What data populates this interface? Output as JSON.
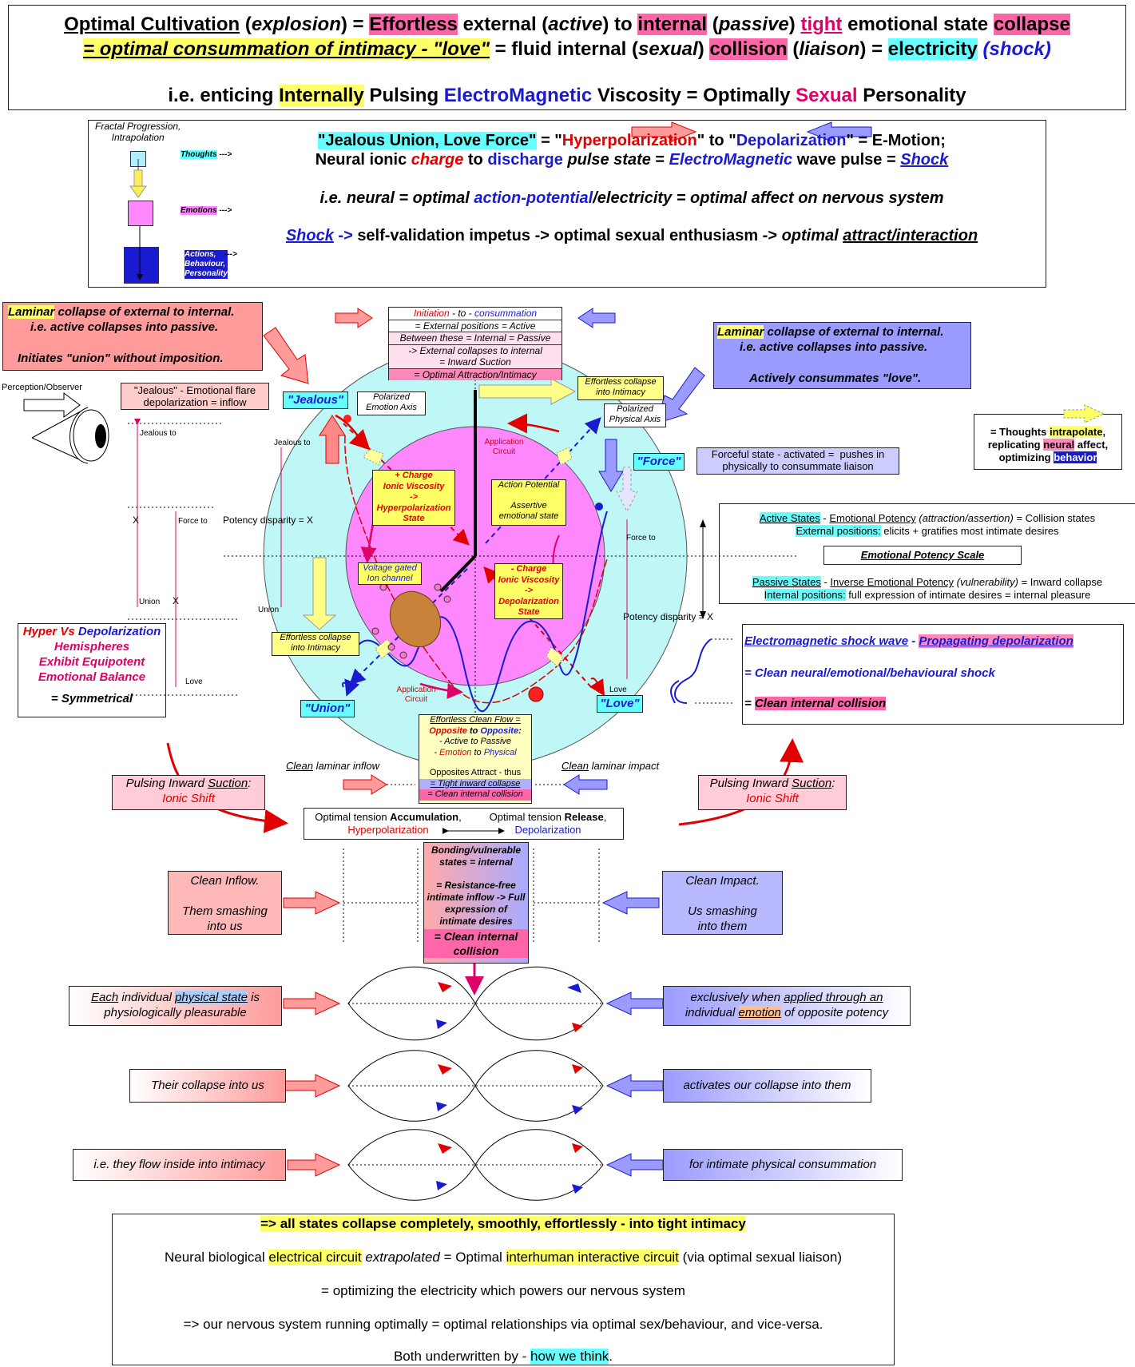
{
  "header": {
    "l1": [
      {
        "t": "Optimal Cultivation",
        "c": "u"
      },
      {
        "t": " ("
      },
      {
        "t": "explosion",
        "c": "i"
      },
      {
        "t": ") = "
      },
      {
        "t": "Effortless",
        "c": "pk"
      },
      {
        "t": " external ("
      },
      {
        "t": "active",
        "c": "i"
      },
      {
        "t": ") to "
      },
      {
        "t": "internal",
        "c": "pk"
      },
      {
        "t": " ("
      },
      {
        "t": "passive",
        "c": "i"
      },
      {
        "t": ") "
      },
      {
        "t": "tight",
        "c": "u mag"
      },
      {
        "t": " emotional state "
      },
      {
        "t": "collapse",
        "c": "pk"
      }
    ],
    "l2": [
      {
        "t": "= optimal consummation of intimacy - \"love\"",
        "c": "y u i"
      },
      {
        "t": " = fluid internal ("
      },
      {
        "t": "sexual",
        "c": "i"
      },
      {
        "t": ") "
      },
      {
        "t": "collision",
        "c": "pk"
      },
      {
        "t": " ("
      },
      {
        "t": "liaison",
        "c": "i"
      },
      {
        "t": ") = "
      },
      {
        "t": "electricity",
        "c": "cy"
      },
      {
        "t": " "
      },
      {
        "t": "(shock)",
        "c": "blue i"
      }
    ],
    "l3": [
      {
        "t": "i.e. enticing "
      },
      {
        "t": "Internally",
        "c": "y"
      },
      {
        "t": " Pulsing "
      },
      {
        "t": "ElectroMagnetic",
        "c": "blue"
      },
      {
        "t": " Viscosity = Optimally "
      },
      {
        "t": "Sexual",
        "c": "mag"
      },
      {
        "t": " Personality"
      }
    ]
  },
  "fractal": {
    "title": "Fractal Progression,\nIntrapolation",
    "thoughts": "Thoughts",
    "emotions": "Emotions",
    "actions": "Actions,\nBehaviour,\nPersonality",
    "arrow": "--->"
  },
  "second": {
    "l1": [
      {
        "t": "\"Jealous Union, Love Force\"",
        "c": "cy"
      },
      {
        "t": " = \""
      },
      {
        "t": "Hyperpolarization",
        "c": "red"
      },
      {
        "t": "\" to \""
      },
      {
        "t": "Depolarization",
        "c": "blue"
      },
      {
        "t": "\" = E-Motion;"
      }
    ],
    "l2": [
      {
        "t": "Neural ionic "
      },
      {
        "t": "charge",
        "c": "red i"
      },
      {
        "t": " to "
      },
      {
        "t": "discharge",
        "c": "blue"
      },
      {
        "t": " "
      },
      {
        "t": "pulse state",
        "c": "i"
      },
      {
        "t": " = "
      },
      {
        "t": "ElectroMagnetic",
        "c": "blue i"
      },
      {
        "t": " wave pulse = "
      },
      {
        "t": "Shock",
        "c": "blue i u"
      }
    ],
    "l3": [
      {
        "t": "i.e. neural = optimal ",
        "c": "i"
      },
      {
        "t": "action-potential",
        "c": "blue i"
      },
      {
        "t": "/electricity = optimal affect on nervous system",
        "c": "i"
      }
    ],
    "l4": [
      {
        "t": "Shock",
        "c": "blue i u"
      },
      {
        "t": " -> ",
        "c": "blue"
      },
      {
        "t": "self-validation impetus -> optimal sexual enthusiasm -> "
      },
      {
        "t": "optimal ",
        "c": "i"
      },
      {
        "t": "attract/interaction",
        "c": "i u"
      }
    ]
  },
  "left_top": {
    "l1": [
      {
        "t": "Laminar",
        "c": "y"
      },
      {
        "t": " collapse of external to internal."
      }
    ],
    "l2": "i.e. active collapses into passive.",
    "l3": "Initiates \"union\" without imposition."
  },
  "right_top": {
    "l1": [
      {
        "t": "Laminar",
        "c": "y"
      },
      {
        "t": " collapse of external to internal."
      }
    ],
    "l2": "i.e. active collapses into passive.",
    "l3": "Actively consummates \"love\"."
  },
  "initiation": {
    "rows": [
      [
        {
          "t": "Initiation",
          "c": "red"
        },
        {
          "t": " - to - "
        },
        {
          "t": "consummation",
          "c": "blue"
        }
      ],
      [
        {
          "t": "= External positions = Active"
        }
      ],
      [
        {
          "t": "Between these = Internal = Passive"
        }
      ],
      [
        {
          "t": "-> External collapses to internal"
        }
      ],
      [
        {
          "t": "= Inward Suction"
        }
      ],
      [
        {
          "t": "= Optimal Attraction/Intimacy"
        }
      ]
    ]
  },
  "perception": "Perception/Observer",
  "jealous_flare": "\"Jealous\" - Emotional flare\ndepolarization = inflow",
  "thoughts_box": {
    "l1": [
      {
        "t": "= Thoughts "
      },
      {
        "t": "intrapolate",
        "c": "y"
      },
      {
        "t": ","
      }
    ],
    "l2": [
      {
        "t": "replicating "
      },
      {
        "t": "neural",
        "c": "hl-pink"
      },
      {
        "t": " affect,"
      }
    ],
    "l3": [
      {
        "t": "optimizing "
      },
      {
        "t": "behavior",
        "c": "navybg"
      }
    ]
  },
  "forceful": "Forceful state - activated =  pushes in\nphysically to consummate liaison",
  "scale": {
    "active": [
      {
        "t": "Active States",
        "c": "cy u"
      },
      {
        "t": " - "
      },
      {
        "t": "Emotional Potency",
        "c": "u"
      },
      {
        "t": " "
      },
      {
        "t": "(attraction/assertion)",
        "c": "i"
      },
      {
        "t": " = Collision states"
      }
    ],
    "active2": [
      {
        "t": "External positions:",
        "c": "cy"
      },
      {
        "t": " elicits + gratifies most intimate desires"
      }
    ],
    "title": "Emotional Potency Scale",
    "passive": [
      {
        "t": "Passive States",
        "c": "cy u"
      },
      {
        "t": " - "
      },
      {
        "t": "Inverse Emotional Potency",
        "c": "u"
      },
      {
        "t": " "
      },
      {
        "t": "(vulnerability)",
        "c": "i"
      },
      {
        "t": " = Inward collapse"
      }
    ],
    "passive2": [
      {
        "t": "Internal positions:",
        "c": "cy"
      },
      {
        "t": " full expression of intimate desires = internal pleasure"
      }
    ]
  },
  "hyper": {
    "l1": [
      {
        "t": "Hyper Vs ",
        "c": "red"
      },
      {
        "t": "Depolarization",
        "c": "blue"
      }
    ],
    "l2": "Hemispheres",
    "l3": "Exhibit Equipotent",
    "l4": "Emotional Balance",
    "l5": "= Symmetrical"
  },
  "em_box": {
    "l1": [
      {
        "t": "Electromagnetic shock wave",
        "c": "blue u"
      },
      {
        "t": " - ",
        "c": "blue"
      },
      {
        "t": "Propagating depolarization",
        "c": "u blue hl-pink"
      }
    ],
    "l2": "= Clean neural/emotional/behavioural shock",
    "l3": [
      {
        "t": "= "
      },
      {
        "t": "Clean internal collision",
        "c": "pk"
      }
    ]
  },
  "diagram": {
    "jealous": "\"Jealous\"",
    "force": "\"Force\"",
    "union": "\"Union\"",
    "love": "\"Love\"",
    "polarized_emotion": "Polarized\nEmotion Axis",
    "polarized_physical": "Polarized\nPhysical Axis",
    "effortless_top": "Effortless collapse\ninto Intimacy",
    "effortless_left": "Effortless collapse\ninto Intimacy",
    "application_top": "Application\nCircuit",
    "application_bottom": "Application\nCircuit",
    "action_potential": "Action Potential\n\nAssertive\nemotional state",
    "plus_charge": "+ Charge\nIonic Viscosity\n->\nHyperpolarization\nState",
    "minus_charge": "- Charge\nIonic Viscosity\n->\nDepolarization\nState",
    "voltage": "Voltage gated\nIon channel",
    "jealous_to": "Jealous to",
    "jealous_to2": "Jealous to",
    "force_to": "Force to",
    "force_to2": "Force to",
    "union_l": "Union",
    "union_l2": "Union",
    "love_l": "Love",
    "love_l2": "Love",
    "x": "X",
    "potency_left": "Potency disparity = X",
    "potency_right": "Potency disparity = X"
  },
  "effortless_flow": {
    "l1": [
      {
        "t": "Effortless Clean Flow =",
        "c": "u"
      }
    ],
    "l2": [
      {
        "t": "Opposite",
        "c": "red"
      },
      {
        "t": " to "
      },
      {
        "t": "Opposite",
        "c": "blue"
      },
      {
        "t": ":"
      }
    ],
    "l3": [
      {
        "t": "- Active to Passive"
      }
    ],
    "l4": [
      {
        "t": "- "
      },
      {
        "t": "Emotion",
        "c": "red"
      },
      {
        "t": " to "
      },
      {
        "t": "Physical",
        "c": "blue"
      }
    ],
    "l5": [
      {
        "t": "Opposites Attract - thus"
      }
    ],
    "l6": [
      {
        "t": "= Tight inward collapse",
        "c": "u"
      }
    ],
    "l7": [
      {
        "t": "= Clean internal collision"
      }
    ]
  },
  "clean_laminar_inflow": [
    {
      "t": "Clean",
      "c": "u"
    },
    {
      "t": " laminar inflow"
    }
  ],
  "clean_laminar_impact": [
    {
      "t": "Clean",
      "c": "u"
    },
    {
      "t": " laminar impact"
    }
  ],
  "pulsing_left": {
    "l1": [
      {
        "t": "Pulsing Inward "
      },
      {
        "t": "Suction",
        "c": "u"
      },
      {
        "t": ":"
      }
    ],
    "l2": "Ionic Shift"
  },
  "pulsing_right": {
    "l1": [
      {
        "t": "Pulsing Inward "
      },
      {
        "t": "Suction",
        "c": "u"
      },
      {
        "t": ":"
      }
    ],
    "l2": "Ionic Shift"
  },
  "tension": {
    "acc1": [
      {
        "t": "Optimal tension "
      },
      {
        "t": "Accumulation",
        "c": "b"
      },
      {
        "t": ","
      }
    ],
    "acc2": "Hyperpolarization",
    "rel1": [
      {
        "t": "Optimal tension "
      },
      {
        "t": "Release",
        "c": "b"
      },
      {
        "t": ","
      }
    ],
    "rel2": "Depolarization"
  },
  "bonding": {
    "l1": "Bonding/vulnerable states = internal",
    "l2": "= Resistance-free intimate inflow -> Full expression of intimate desires",
    "l3": "= Clean internal collision"
  },
  "clean_inflow": "Clean Inflow.\n\nThem smashing\ninto us",
  "clean_impact": "Clean Impact.\n\nUs smashing\ninto them",
  "rows": {
    "r1_left": [
      {
        "t": "Each",
        "c": "u"
      },
      {
        "t": " individual "
      },
      {
        "t": "physical state",
        "c": "u hl-lb"
      },
      {
        "t": " is physiologically pleasurable"
      }
    ],
    "r1_right": [
      {
        "t": "exclusively when "
      },
      {
        "t": "applied through an",
        "c": "u"
      },
      {
        "t": " individual "
      },
      {
        "t": "emotion",
        "c": "u hl-peach"
      },
      {
        "t": " of opposite potency"
      }
    ],
    "r2_left": "Their collapse into us",
    "r2_right": "activates our collapse into them",
    "r3_left": "i.e. they flow inside into intimacy",
    "r3_right": "for intimate physical consummation"
  },
  "footer": {
    "l1": [
      {
        "t": "=> all states collapse completely, smoothly, effortlessly - into tight intimacy",
        "c": "y"
      }
    ],
    "l2": [
      {
        "t": "Neural biological "
      },
      {
        "t": "electrical circuit",
        "c": "y"
      },
      {
        "t": " "
      },
      {
        "t": "extrapolated",
        "c": "i"
      },
      {
        "t": " = Optimal "
      },
      {
        "t": "interhuman interactive circuit",
        "c": "y"
      },
      {
        "t": " (via optimal sexual liaison)"
      }
    ],
    "l3": [
      {
        "t": "= optimizing the electricity which powers our nervous system"
      }
    ],
    "l4": [
      {
        "t": "=> our nervous system running optimally = optimal relationships via optimal sex/behaviour, and vice-versa."
      }
    ],
    "l5": [
      {
        "t": "Both underwritten by - "
      },
      {
        "t": "how we think",
        "c": "cy"
      },
      {
        "t": "."
      }
    ]
  },
  "colors": {
    "pink": "#ff66aa",
    "yellow": "#ffff66",
    "cyan": "#66ffff",
    "red": "#e00000",
    "blue": "#1a1ad0",
    "magenta": "#ff66ff"
  }
}
